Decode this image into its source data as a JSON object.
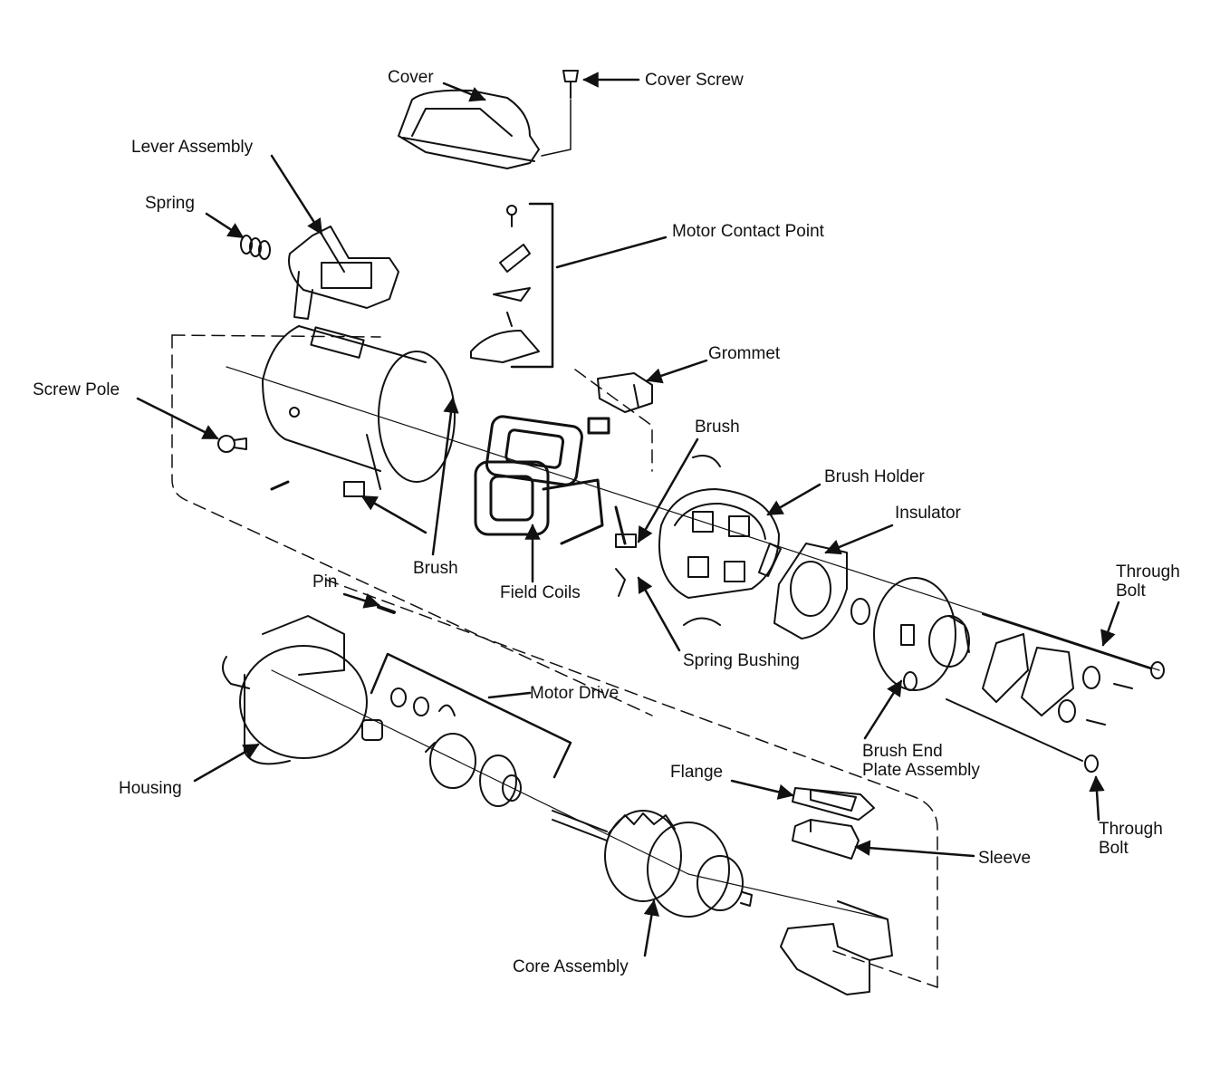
{
  "labels": {
    "cover": "Cover",
    "cover_screw": "Cover Screw",
    "lever_assembly": "Lever Assembly",
    "spring": "Spring",
    "motor_contact_point": "Motor Contact Point",
    "grommet": "Grommet",
    "screw_pole": "Screw Pole",
    "brush_top": "Brush",
    "brush_holder": "Brush Holder",
    "insulator": "Insulator",
    "through_bolt_top": "Through\nBolt",
    "brush_bottom": "Brush",
    "field_coils": "Field Coils",
    "pin": "Pin",
    "spring_bushing": "Spring Bushing",
    "motor_drive": "Motor Drive",
    "brush_end_plate_assembly": "Brush End\nPlate Assembly",
    "housing": "Housing",
    "flange": "Flange",
    "sleeve": "Sleeve",
    "through_bolt_bottom": "Through\nBolt",
    "core_assembly": "Core Assembly"
  },
  "colors": {
    "ink": "#111111",
    "paper": "#ffffff"
  }
}
